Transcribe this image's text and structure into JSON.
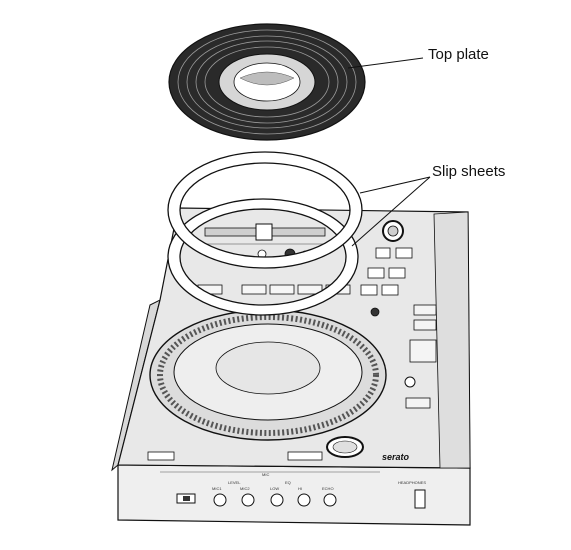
{
  "callouts": {
    "top_plate": "Top plate",
    "slip_sheets": "Slip sheets"
  },
  "device": {
    "brand": "serato",
    "panel_labels": {
      "mic": "MIC",
      "level": "LEVEL",
      "eq": "EQ",
      "hi": "HI",
      "low": "LOW",
      "mic1": "MIC1",
      "mic2": "MIC2",
      "echo": "ECHO",
      "headphones": "HEADPHONES"
    }
  },
  "colors": {
    "outline": "#111111",
    "record": "#2a2a2a",
    "device_body": "#ececec",
    "device_top": "#e3e3e3",
    "sheet": "#ffffff"
  }
}
